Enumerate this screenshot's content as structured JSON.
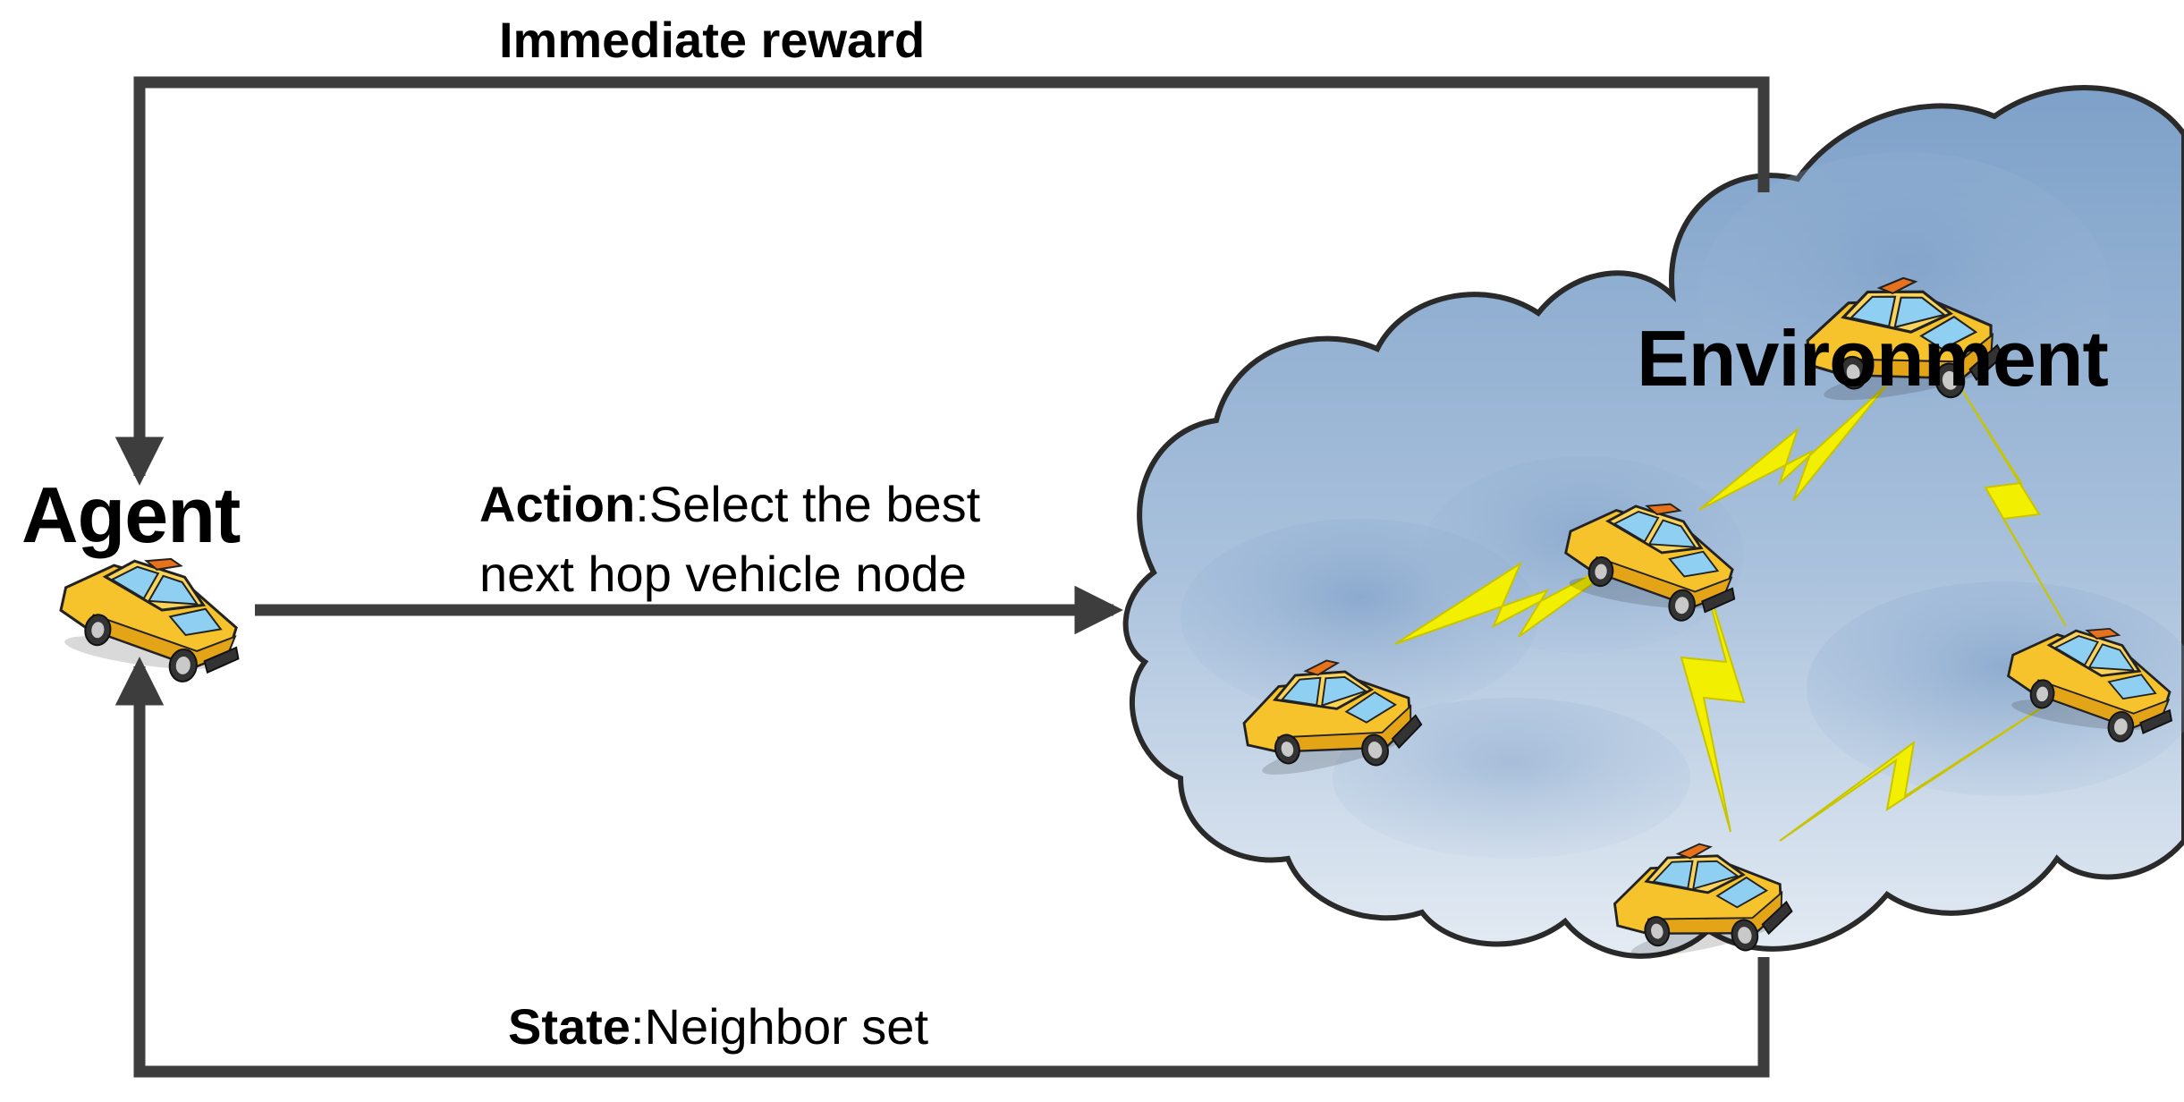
{
  "labels": {
    "immediate_reward": "Immediate reward",
    "agent": "Agent",
    "environment": "Environment",
    "action_bold": "Action",
    "action_rest_line1": ":Select the best",
    "action_line2": "next hop vehicle node",
    "state_bold": "State",
    "state_rest": ":Neighbor set"
  },
  "colors": {
    "arrow": "#3d3d3d",
    "cloud_outline": "#2a2a2a",
    "cloud_fill_light": "#dbe6f1",
    "cloud_fill_dark": "#86a8cc",
    "car_body": "#f6c32d",
    "car_window": "#8fd0f2",
    "lightning": "#f3ef00"
  },
  "icons": {
    "agent_car": "taxi-icon",
    "environment_cars": [
      "taxi-icon",
      "taxi-icon",
      "taxi-icon",
      "taxi-icon",
      "taxi-icon",
      "taxi-icon"
    ],
    "links": [
      "lightning-link",
      "lightning-link",
      "lightning-link",
      "lightning-link",
      "lightning-link",
      "lightning-link"
    ]
  }
}
